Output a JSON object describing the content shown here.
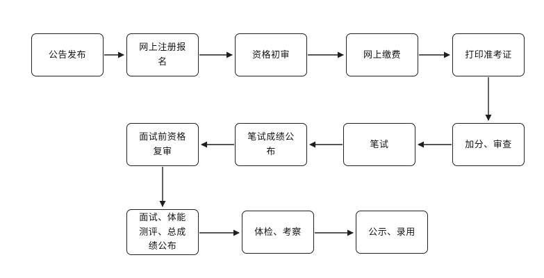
{
  "diagram": {
    "title": "recruitment-exam-process-flowchart",
    "nodes": [
      {
        "id": "announce",
        "label": "公告发布"
      },
      {
        "id": "register",
        "label": "网上注册报名"
      },
      {
        "id": "prelim-review",
        "label": "资格初审"
      },
      {
        "id": "pay",
        "label": "网上缴费"
      },
      {
        "id": "print",
        "label": "打印准考证"
      },
      {
        "id": "bonus-review",
        "label": "加分、审查"
      },
      {
        "id": "written",
        "label": "笔试"
      },
      {
        "id": "written-results",
        "label": "笔试成绩公布"
      },
      {
        "id": "pre-interview",
        "label": "面试前资格复审"
      },
      {
        "id": "interview",
        "label": "面试、体能测评、总成绩公布"
      },
      {
        "id": "physical",
        "label": "体检、考察"
      },
      {
        "id": "publicity",
        "label": "公示、录用"
      }
    ],
    "edges": [
      {
        "from": "announce",
        "to": "register"
      },
      {
        "from": "register",
        "to": "prelim-review"
      },
      {
        "from": "prelim-review",
        "to": "pay"
      },
      {
        "from": "pay",
        "to": "print"
      },
      {
        "from": "print",
        "to": "bonus-review"
      },
      {
        "from": "bonus-review",
        "to": "written"
      },
      {
        "from": "written",
        "to": "written-results"
      },
      {
        "from": "written-results",
        "to": "pre-interview"
      },
      {
        "from": "pre-interview",
        "to": "interview"
      },
      {
        "from": "interview",
        "to": "physical"
      },
      {
        "from": "physical",
        "to": "publicity"
      }
    ],
    "line_color": "#1f1f1f"
  }
}
